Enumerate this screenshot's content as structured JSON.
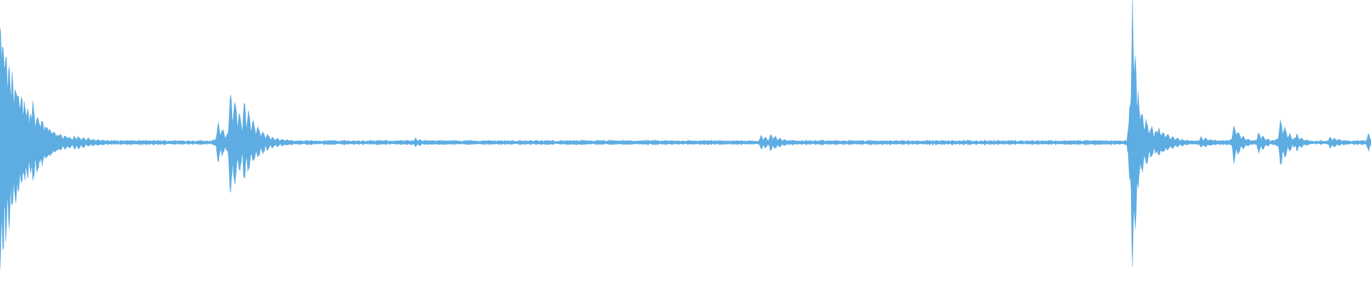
{
  "waveform": {
    "color": "#5DADE2",
    "background": "#FFFFFF",
    "description_note": "",
    "baseline_amplitude": 0.012,
    "events": [
      {
        "t": 0.0,
        "peak": 0.9,
        "decay": 0.015,
        "burst": "a"
      },
      {
        "t": 0.012,
        "peak": 0.36,
        "decay": 0.012,
        "burst": "b"
      },
      {
        "t": 0.024,
        "peak": 0.3,
        "decay": 0.01,
        "burst": "b"
      },
      {
        "t": 0.033,
        "peak": 0.14,
        "decay": 0.01,
        "burst": "c"
      },
      {
        "t": 0.044,
        "peak": 0.06,
        "decay": 0.015,
        "burst": "c"
      },
      {
        "t": 0.054,
        "peak": 0.05,
        "decay": 0.02,
        "burst": "c"
      },
      {
        "t": 0.159,
        "peak": 0.14,
        "decay": 0.008,
        "burst": "b"
      },
      {
        "t": 0.168,
        "peak": 0.4,
        "decay": 0.01,
        "burst": "b"
      },
      {
        "t": 0.178,
        "peak": 0.3,
        "decay": 0.01,
        "burst": "b"
      },
      {
        "t": 0.192,
        "peak": 0.06,
        "decay": 0.015,
        "burst": "c"
      },
      {
        "t": 0.303,
        "peak": 0.03,
        "decay": 0.01,
        "burst": "c"
      },
      {
        "t": 0.555,
        "peak": 0.05,
        "decay": 0.01,
        "burst": "c"
      },
      {
        "t": 0.562,
        "peak": 0.06,
        "decay": 0.01,
        "burst": "c"
      },
      {
        "t": 0.826,
        "peak": 0.98,
        "decay": 0.004,
        "burst": "a"
      },
      {
        "t": 0.833,
        "peak": 0.22,
        "decay": 0.01,
        "burst": "b"
      },
      {
        "t": 0.845,
        "peak": 0.1,
        "decay": 0.012,
        "burst": "c"
      },
      {
        "t": 0.876,
        "peak": 0.04,
        "decay": 0.012,
        "burst": "c"
      },
      {
        "t": 0.9,
        "peak": 0.14,
        "decay": 0.006,
        "burst": "c"
      },
      {
        "t": 0.918,
        "peak": 0.08,
        "decay": 0.006,
        "burst": "c"
      },
      {
        "t": 0.934,
        "peak": 0.18,
        "decay": 0.006,
        "burst": "c"
      },
      {
        "t": 0.946,
        "peak": 0.06,
        "decay": 0.006,
        "burst": "c"
      },
      {
        "t": 0.97,
        "peak": 0.04,
        "decay": 0.012,
        "burst": "c"
      },
      {
        "t": 0.998,
        "peak": 0.06,
        "decay": 0.008,
        "burst": "c"
      }
    ]
  }
}
